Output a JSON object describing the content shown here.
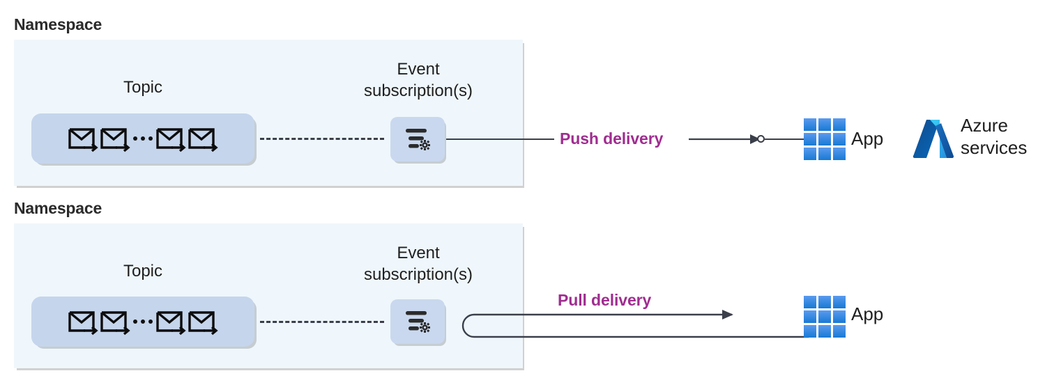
{
  "diagram": {
    "title_top": "Namespace",
    "title_bottom": "Namespace",
    "accent_color": "#a02d90",
    "namespace_fill": "#eff7fc",
    "topic_fill": "#c5d5ec",
    "subscription_fill": "#c9d8ee",
    "line_color": "#3a3f4a",
    "app_blue_light": "#5a9bef",
    "app_blue_dark": "#1879d4"
  },
  "sections": [
    {
      "id": "push",
      "namespace_label": "Namespace",
      "topic_label": "Topic",
      "subscription_label": "Event\nsubscription(s)",
      "delivery_label": "Push delivery",
      "envelope_count_left": 2,
      "envelope_count_right": 2,
      "ellipsis": "...",
      "app_label": "App",
      "azure_label": "Azure\nservices",
      "icons": {
        "envelope": "envelope-forward-icon",
        "subscription": "filter-settings-icon",
        "app": "app-grid-icon",
        "azure": "azure-logo-icon",
        "endpoint": "endpoint-circle-icon"
      }
    },
    {
      "id": "pull",
      "namespace_label": "Namespace",
      "topic_label": "Topic",
      "subscription_label": "Event\nsubscription(s)",
      "delivery_label": "Pull delivery",
      "envelope_count_left": 2,
      "envelope_count_right": 2,
      "ellipsis": "...",
      "app_label": "App",
      "icons": {
        "envelope": "envelope-forward-icon",
        "subscription": "filter-settings-icon",
        "app": "app-grid-icon"
      }
    }
  ]
}
